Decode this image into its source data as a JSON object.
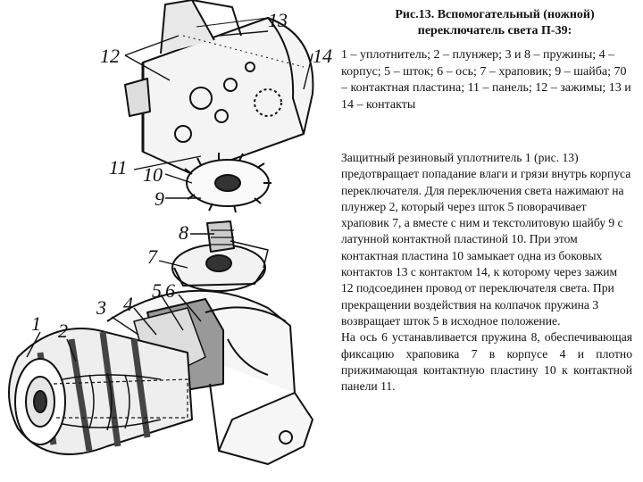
{
  "figure": {
    "labels": [
      "13",
      "12",
      "14",
      "11",
      "10",
      "9",
      "8",
      "7",
      "5",
      "6",
      "3",
      "4",
      "1",
      "2"
    ]
  },
  "caption": {
    "line1": "Рис.13. Вспомогательный (ножной)",
    "line2": "переключатель света П-39:"
  },
  "legend": "1 – уплотнитель; 2 – плунжер; 3 и 8 – пружины; 4 – корпус; 5 – шток; 6 – ось; 7 – храповик; 9 – шайба; 70 – контактная пластина; 11 – панель; 12 – зажимы; 13 и 14 – контакты",
  "body": {
    "paragraph1": "Защитный резиновый уплотнитель 1 (рис. 13) предотвращает попадание влаги и грязи внутрь корпуса переключателя. Для переключения света нажимают на плунжер 2, который через шток 5 поворачивает храповик 7, а вместе с ним и текстолитовую шайбу 9 с латунной контактной пластиной 10. При этом контактная пластина 10 замыкает одна из боковых контактов 13 с контактом 14, к которому через зажим 12 подсоединен провод от переключателя света. При прекращении воздействия на колпачок пружина 3 возвращает шток 5 в исходное положение.",
    "paragraph2": "На ось 6 устанавливается пружина 8, обеспечивающая фиксацию храповика 7 в корпусе 4 и плотно прижимающая контактную пластину 10 к контактной панели 11."
  }
}
